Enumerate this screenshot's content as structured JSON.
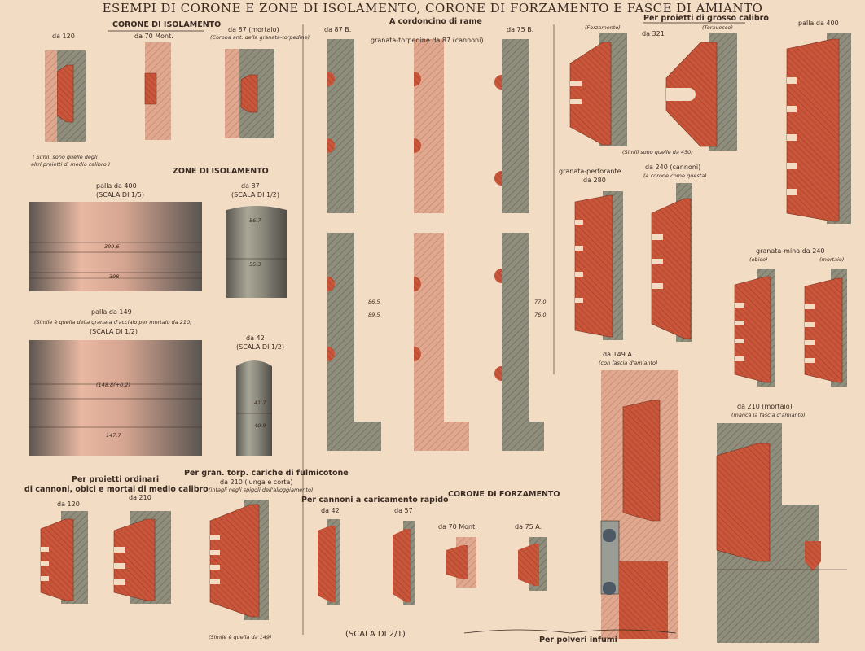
{
  "title": "ESEMPI DI CORONE E ZONE DI ISOLAMENTO, CORONE DI FORZAMENTO E FASCE DI AMIANTO",
  "colors": {
    "paper": "#f2dcc4",
    "copper": "#c8553a",
    "grey": "#8a8878",
    "pink": "#dea48c",
    "ink": "#3a2a22"
  },
  "sections": {
    "corone_isolamento": "CORONE DI ISOLAMENTO",
    "zone_isolamento": "ZONE DI ISOLAMENTO",
    "cordoncino": "A cordoncino di rame",
    "grosso_calibro": "Per proietti di grosso calibro",
    "ordinari_1": "Per proietti ordinari",
    "ordinari_2": "di cannoni, obici e mortai di medio calibro",
    "gran_torp_1": "Per gran. torp. cariche di fulmicotone",
    "gran_torp_2": "da 210 (lunga e corta)",
    "gran_torp_3": "(intagli negli spigoli dell'alloggiamento)",
    "caricamento_rapido": "Per cannoni a caricamento rapido",
    "corone_forzamento": "CORONE DI FORZAMENTO",
    "polveri": "Per polveri infumi",
    "scala_2": "(SCALA DI 2/1)"
  },
  "labels": {
    "da120_top": "da 120",
    "da70mont_top": "da 70 Mont.",
    "da87mortaio": "da 87 (mortaio)",
    "corona_ant": "(Corona ant. della granata-torpedine)",
    "simili_1": "( Simili sono quelle degli",
    "simili_2": "altri proietti di medio calibro )",
    "palla400_zone": "palla da 400",
    "scala_15": "(SCALA DI 1/5)",
    "da87_zone": "da 87",
    "scala_12": "(SCALA DI 1/2)",
    "palla149": "palla da 149",
    "simile_mortaio": "(Simile è quella della granata d'acciaio per mortaio da 210)",
    "scala_12b": "(SCALA DI 1/2)",
    "da42_zone": "da 42",
    "scala_12c": "(SCALA DI 1/2)",
    "da87B": "da 87 B.",
    "granata_torp87": "granata-torpedine da 87 (cannoni)",
    "da75B": "da 75 B.",
    "forzamento_lbl": "(Forzamento)",
    "da321": "da 321",
    "teravecco": "(Teravecco)",
    "palla400": "palla da 400",
    "simili_450": "(Simili sono quelle da 450)",
    "granata_perf_1": "granata-perforante",
    "granata_perf_2": "da 280",
    "da240_cannoni": "da 240 (cannoni)",
    "corone_questa": "(4 corone come questa)",
    "granata_mina_240": "granata-mina da 240",
    "obice": "(obice)",
    "mortaio": "(mortaio)",
    "da149A": "da 149 A.",
    "fascia_amianto": "(con fascia d'amianto)",
    "da210mortaio": "da 210 (mortaio)",
    "manca_fascia": "(manca la fascia d'amianto)",
    "da120_bot": "da 120",
    "da210_bot": "da 210",
    "simile_149": "(Simile è quella da 149)",
    "da42_bot": "da 42",
    "da57_bot": "da 57",
    "da70mont_bot": "da 70 Mont.",
    "da75A": "da 75 A."
  },
  "dims": {
    "d_3996": "399.6",
    "d_398": "398",
    "d_1488": "(148.8(+0.2)",
    "d_1477": "147.7",
    "d_567": "56.7",
    "d_553": "55.3",
    "d_417": "41.7",
    "d_409": "40.9",
    "d_865": "86.5",
    "d_895": "89.5",
    "d_770": "77.0",
    "d_760": "76.0"
  }
}
